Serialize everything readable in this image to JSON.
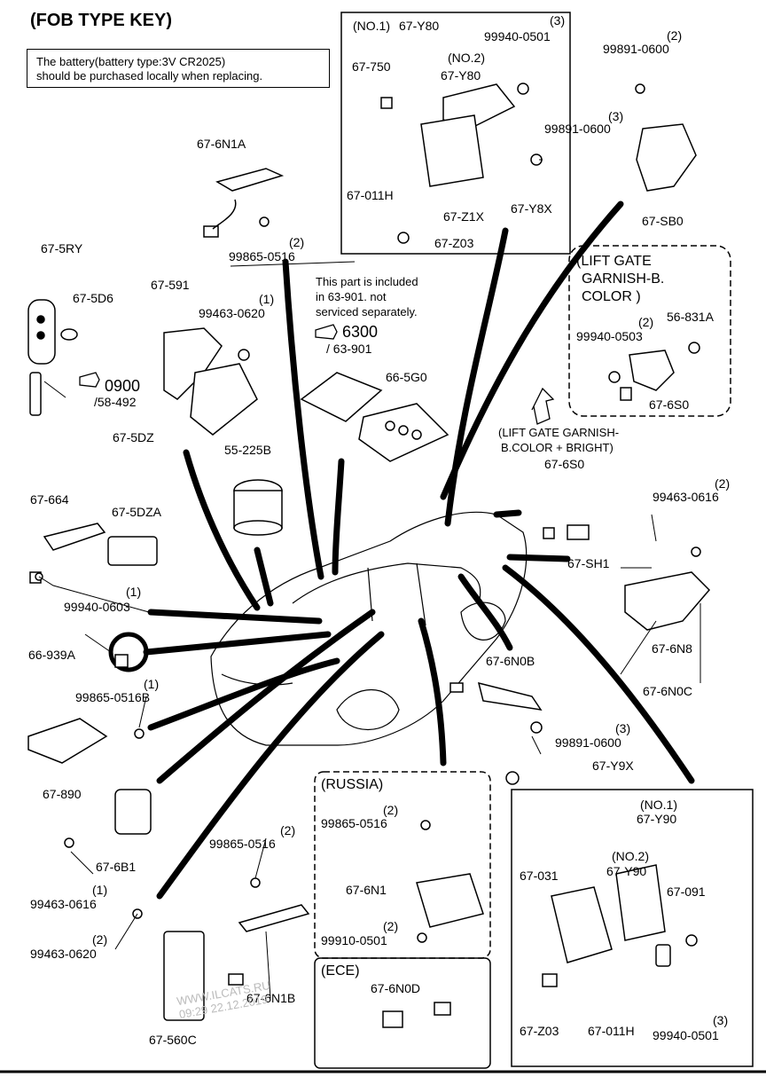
{
  "header": {
    "title": "(FOB TYPE KEY)",
    "note_line1": "The battery(battery type:3V CR2025)",
    "note_line2": "should be purchased locally when replacing."
  },
  "top_box": {
    "no1": "(NO.1)",
    "part_y80_a": "67-Y80",
    "part_750": "67-750",
    "no2": "(NO.2)",
    "part_y80_b": "67-Y80",
    "qty3": "(3)",
    "part_99940_0501": "99940-0501",
    "part_011h": "67-011H",
    "part_z1x": "67-Z1X",
    "part_z03": "67-Z03",
    "part_y8x": "67-Y8X"
  },
  "right_top": {
    "qty_2": "(2)",
    "part_99891_a": "99891-0600",
    "qty_3": "(3)",
    "part_99891_b": "99891-0600",
    "part_sb0": "67-SB0"
  },
  "lift_gate_color": {
    "title_l1": "(LIFT GATE",
    "title_l2": "GARNISH-B.",
    "title_l3": "COLOR )",
    "qty_2": "(2)",
    "part_99940_0503": "99940-0503",
    "part_56_831a": "56-831A",
    "part_6s0": "67-6S0"
  },
  "lift_gate_bright": {
    "title_l1": "(LIFT GATE GARNISH-",
    "title_l2": "B.COLOR + BRIGHT)",
    "part_6s0": "67-6S0",
    "qty_2": "(2)",
    "part_99463_0616": "99463-0616",
    "part_sh1": "67-SH1",
    "part_6n8": "67-6N8",
    "part_6n0c": "67-6N0C"
  },
  "left_parts": {
    "part_6n1a": "67-6N1A",
    "qty_2": "(2)",
    "part_99865_0516": "99865-0516",
    "part_5ry": "67-5RY",
    "part_5d6": "67-5D6",
    "ref_0900": "0900",
    "ref_58_492": "/58-492",
    "part_591": "67-591",
    "qty_1": "(1)",
    "part_99463_0620": "99463-0620",
    "part_5dz": "67-5DZ",
    "part_55_225b": "55-225B",
    "part_664": "67-664",
    "part_5dza": "67-5DZA",
    "qty_1b": "(1)",
    "part_99940_0603": "99940-0603",
    "part_66_939a": "66-939A",
    "qty_1c": "(1)",
    "part_99865_0516b": "99865-0516B",
    "part_890": "67-890",
    "part_6b1": "67-6B1",
    "part_99463_0616": "99463-0616",
    "qty_1d": "(1)",
    "qty_2b": "(2)",
    "part_99463_0620b": "99463-0620",
    "qty_2c": "(2)",
    "part_99865_0516c": "99865-0516",
    "part_560c": "67-560C",
    "part_6n1b": "67-6N1B"
  },
  "center": {
    "included_l1": "This part is included",
    "included_l2": "in  63-901. not",
    "included_l3": "serviced separately.",
    "ref_6300": "6300",
    "ref_63_901": "/ 63-901",
    "part_66_5g0": "66-5G0",
    "part_6n0b": "67-6N0B",
    "qty_3": "(3)",
    "part_99891_0600": "99891-0600",
    "part_y9x": "67-Y9X"
  },
  "russia": {
    "title": "(RUSSIA)",
    "qty_2a": "(2)",
    "part_99865_0516": "99865-0516",
    "part_6n1": "67-6N1",
    "qty_2b": "(2)",
    "part_99910_0501": "99910-0501"
  },
  "ece": {
    "title": "(ECE)",
    "part_6n0d": "67-6N0D"
  },
  "bottom_right_box": {
    "no1": "(NO.1)",
    "part_y90_a": "67-Y90",
    "no2": "(NO.2)",
    "part_y90_b": "67-Y90",
    "part_031": "67-031",
    "part_091": "67-091",
    "part_z03": "67-Z03",
    "part_011h": "67-011H",
    "qty_3": "(3)",
    "part_99940_0501": "99940-0501"
  },
  "watermark": {
    "l1": "WWW.ILCATS.RU",
    "l2": "09:29 22.12.2019"
  }
}
